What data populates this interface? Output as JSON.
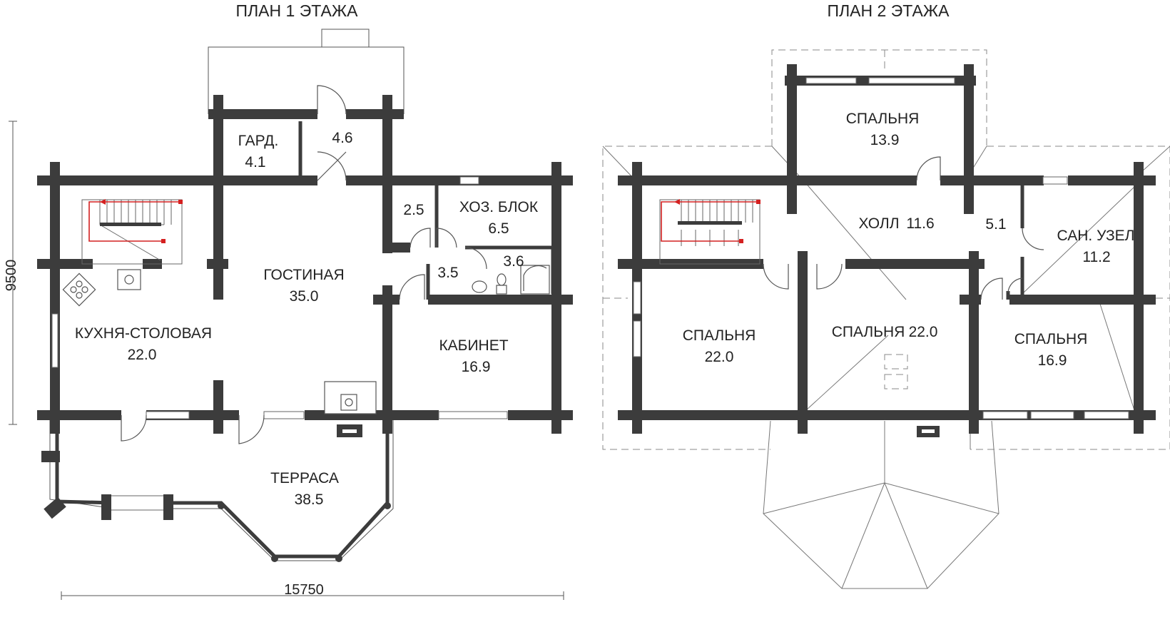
{
  "plan1": {
    "title": "ПЛАН 1 ЭТАЖА",
    "rooms": {
      "gard_name": "ГАРД.",
      "gard_area": "4.1",
      "vestibule_area": "4.6",
      "storage_small_area": "2.5",
      "utility_name": "ХОЗ. БЛОК",
      "utility_area": "6.5",
      "living_name": "ГОСТИНАЯ",
      "living_area": "35.0",
      "hall_area": "3.5",
      "bath_area": "3.6",
      "kitchen_name": "КУХНЯ-СТОЛОВАЯ",
      "kitchen_area": "22.0",
      "cabinet_name": "КАБИНЕТ",
      "cabinet_area": "16.9",
      "terrace_name": "ТЕРРАСА",
      "terrace_area": "38.5"
    },
    "dim_width": "15750",
    "dim_height": "9500"
  },
  "plan2": {
    "title": "ПЛАН 2 ЭТАЖА",
    "rooms": {
      "bed_top_name": "СПАЛЬНЯ",
      "bed_top_area": "13.9",
      "hall_name": "ХОЛЛ",
      "hall_area": "11.6",
      "small_area": "5.1",
      "wc_name": "САН. УЗЕЛ",
      "wc_area": "11.2",
      "bed_left_name": "СПАЛЬНЯ",
      "bed_left_area": "22.0",
      "bed_mid_name": "СПАЛЬНЯ",
      "bed_mid_area": "22.0",
      "bed_right_name": "СПАЛЬНЯ",
      "bed_right_area": "16.9"
    }
  },
  "colors": {
    "wall": "#3c3c3c",
    "stair_arrow": "#d42020",
    "text": "#222222"
  }
}
